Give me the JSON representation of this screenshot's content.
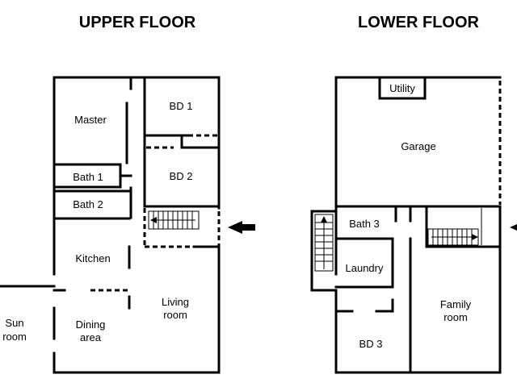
{
  "titles": {
    "upper": "UPPER FLOOR",
    "lower": "LOWER FLOOR"
  },
  "upper_rooms": {
    "master": "Master",
    "bd1": "BD 1",
    "bath1": "Bath 1",
    "bd2": "BD 2",
    "bath2": "Bath 2",
    "kitchen": "Kitchen",
    "living_line1": "Living",
    "living_line2": "room",
    "dining_line1": "Dining",
    "dining_line2": "area",
    "sun_line1": "Sun",
    "sun_line2": "room"
  },
  "lower_rooms": {
    "utility": "Utility",
    "garage": "Garage",
    "bath3": "Bath 3",
    "laundry": "Laundry",
    "family_line1": "Family",
    "family_line2": "room",
    "bd3": "BD 3"
  }
}
